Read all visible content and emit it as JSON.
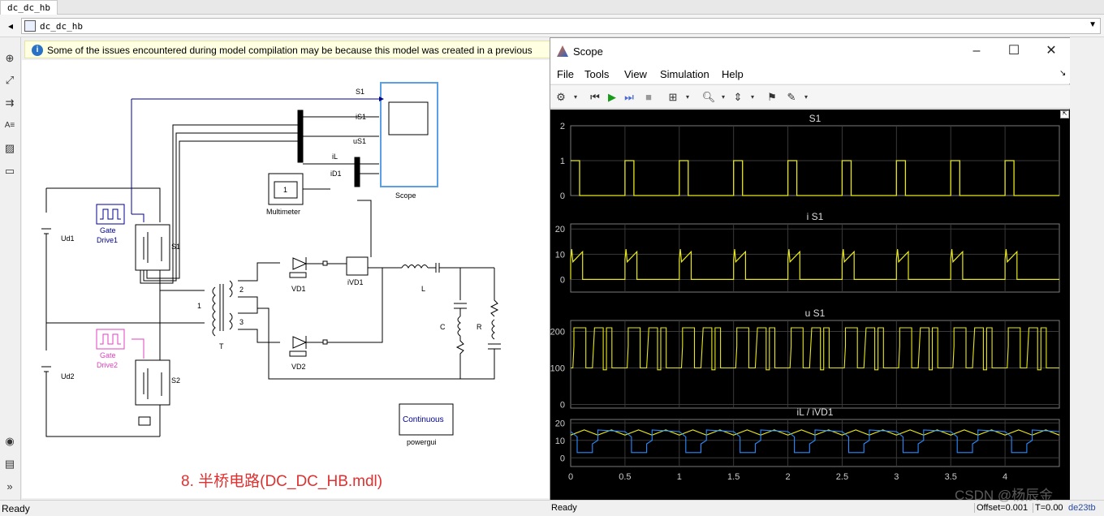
{
  "tab": {
    "title": "dc_dc_hb"
  },
  "address": {
    "path": "dc_dc_hb"
  },
  "warning": {
    "text": "Some of the issues encountered during model compilation may be because this model was created in a previous"
  },
  "left_tools": [
    "zoom-in-icon",
    "fit-view-icon",
    "arrow-icon",
    "annotation-icon",
    "image-icon",
    "rect-icon"
  ],
  "diagram": {
    "caption": "8. 半桥电路(DC_DC_HB.mdl)",
    "caption_color": "#e03030",
    "labels": {
      "s1_sig": "S1",
      "is1_sig": "iS1",
      "us1_sig": "uS1",
      "il_sig": "iL",
      "id1_sig": "iD1",
      "scope": "Scope",
      "multimeter": "Multimeter",
      "multimeter_val": "1",
      "gate1": "Gate\nDrive1",
      "gate1_a": "Gate",
      "gate1_b": "Drive1",
      "gate2_a": "Gate",
      "gate2_b": "Drive2",
      "ud1": "Ud1",
      "ud2": "Ud2",
      "s1": "S1",
      "s2": "S2",
      "vd1": "VD1",
      "vd2": "VD2",
      "ivd1": "iVD1",
      "L": "L",
      "C": "C",
      "R": "R",
      "T": "T",
      "t1": "1",
      "t2": "2",
      "t3": "3",
      "powergui": "powergui",
      "continuous": "Continuous"
    }
  },
  "status": {
    "left": "Ready",
    "scope_left": "Ready",
    "offset": "Offset=0.001",
    "t": "T=0.00",
    "extra": "de23tb"
  },
  "scope": {
    "title": "Scope",
    "menu": [
      "File",
      "Tools",
      "View",
      "Simulation",
      "Help"
    ],
    "axes": [
      {
        "title": "S1",
        "yticks": [
          "2",
          "1",
          "0"
        ],
        "ylim": [
          0,
          2
        ]
      },
      {
        "title": "i S1",
        "yticks": [
          "20",
          "10",
          "0"
        ],
        "ylim": [
          -5,
          22
        ]
      },
      {
        "title": "u S1",
        "yticks": [
          "200",
          "100",
          "0"
        ],
        "ylim": [
          -10,
          230
        ]
      },
      {
        "title": "iL / iVD1",
        "yticks": [
          "20",
          "10",
          "0"
        ],
        "ylim": [
          -5,
          22
        ]
      }
    ],
    "xticks": [
      "0",
      "0.5",
      "1",
      "1.5",
      "2",
      "2.5",
      "3",
      "3.5",
      "4"
    ],
    "colors": {
      "yellow": "#e8e81a",
      "blue": "#2a8cff",
      "grid": "#3a3a3a",
      "axis": "#7a7a7a"
    }
  },
  "watermark": {
    "text": "CSDN @杨辰金"
  }
}
